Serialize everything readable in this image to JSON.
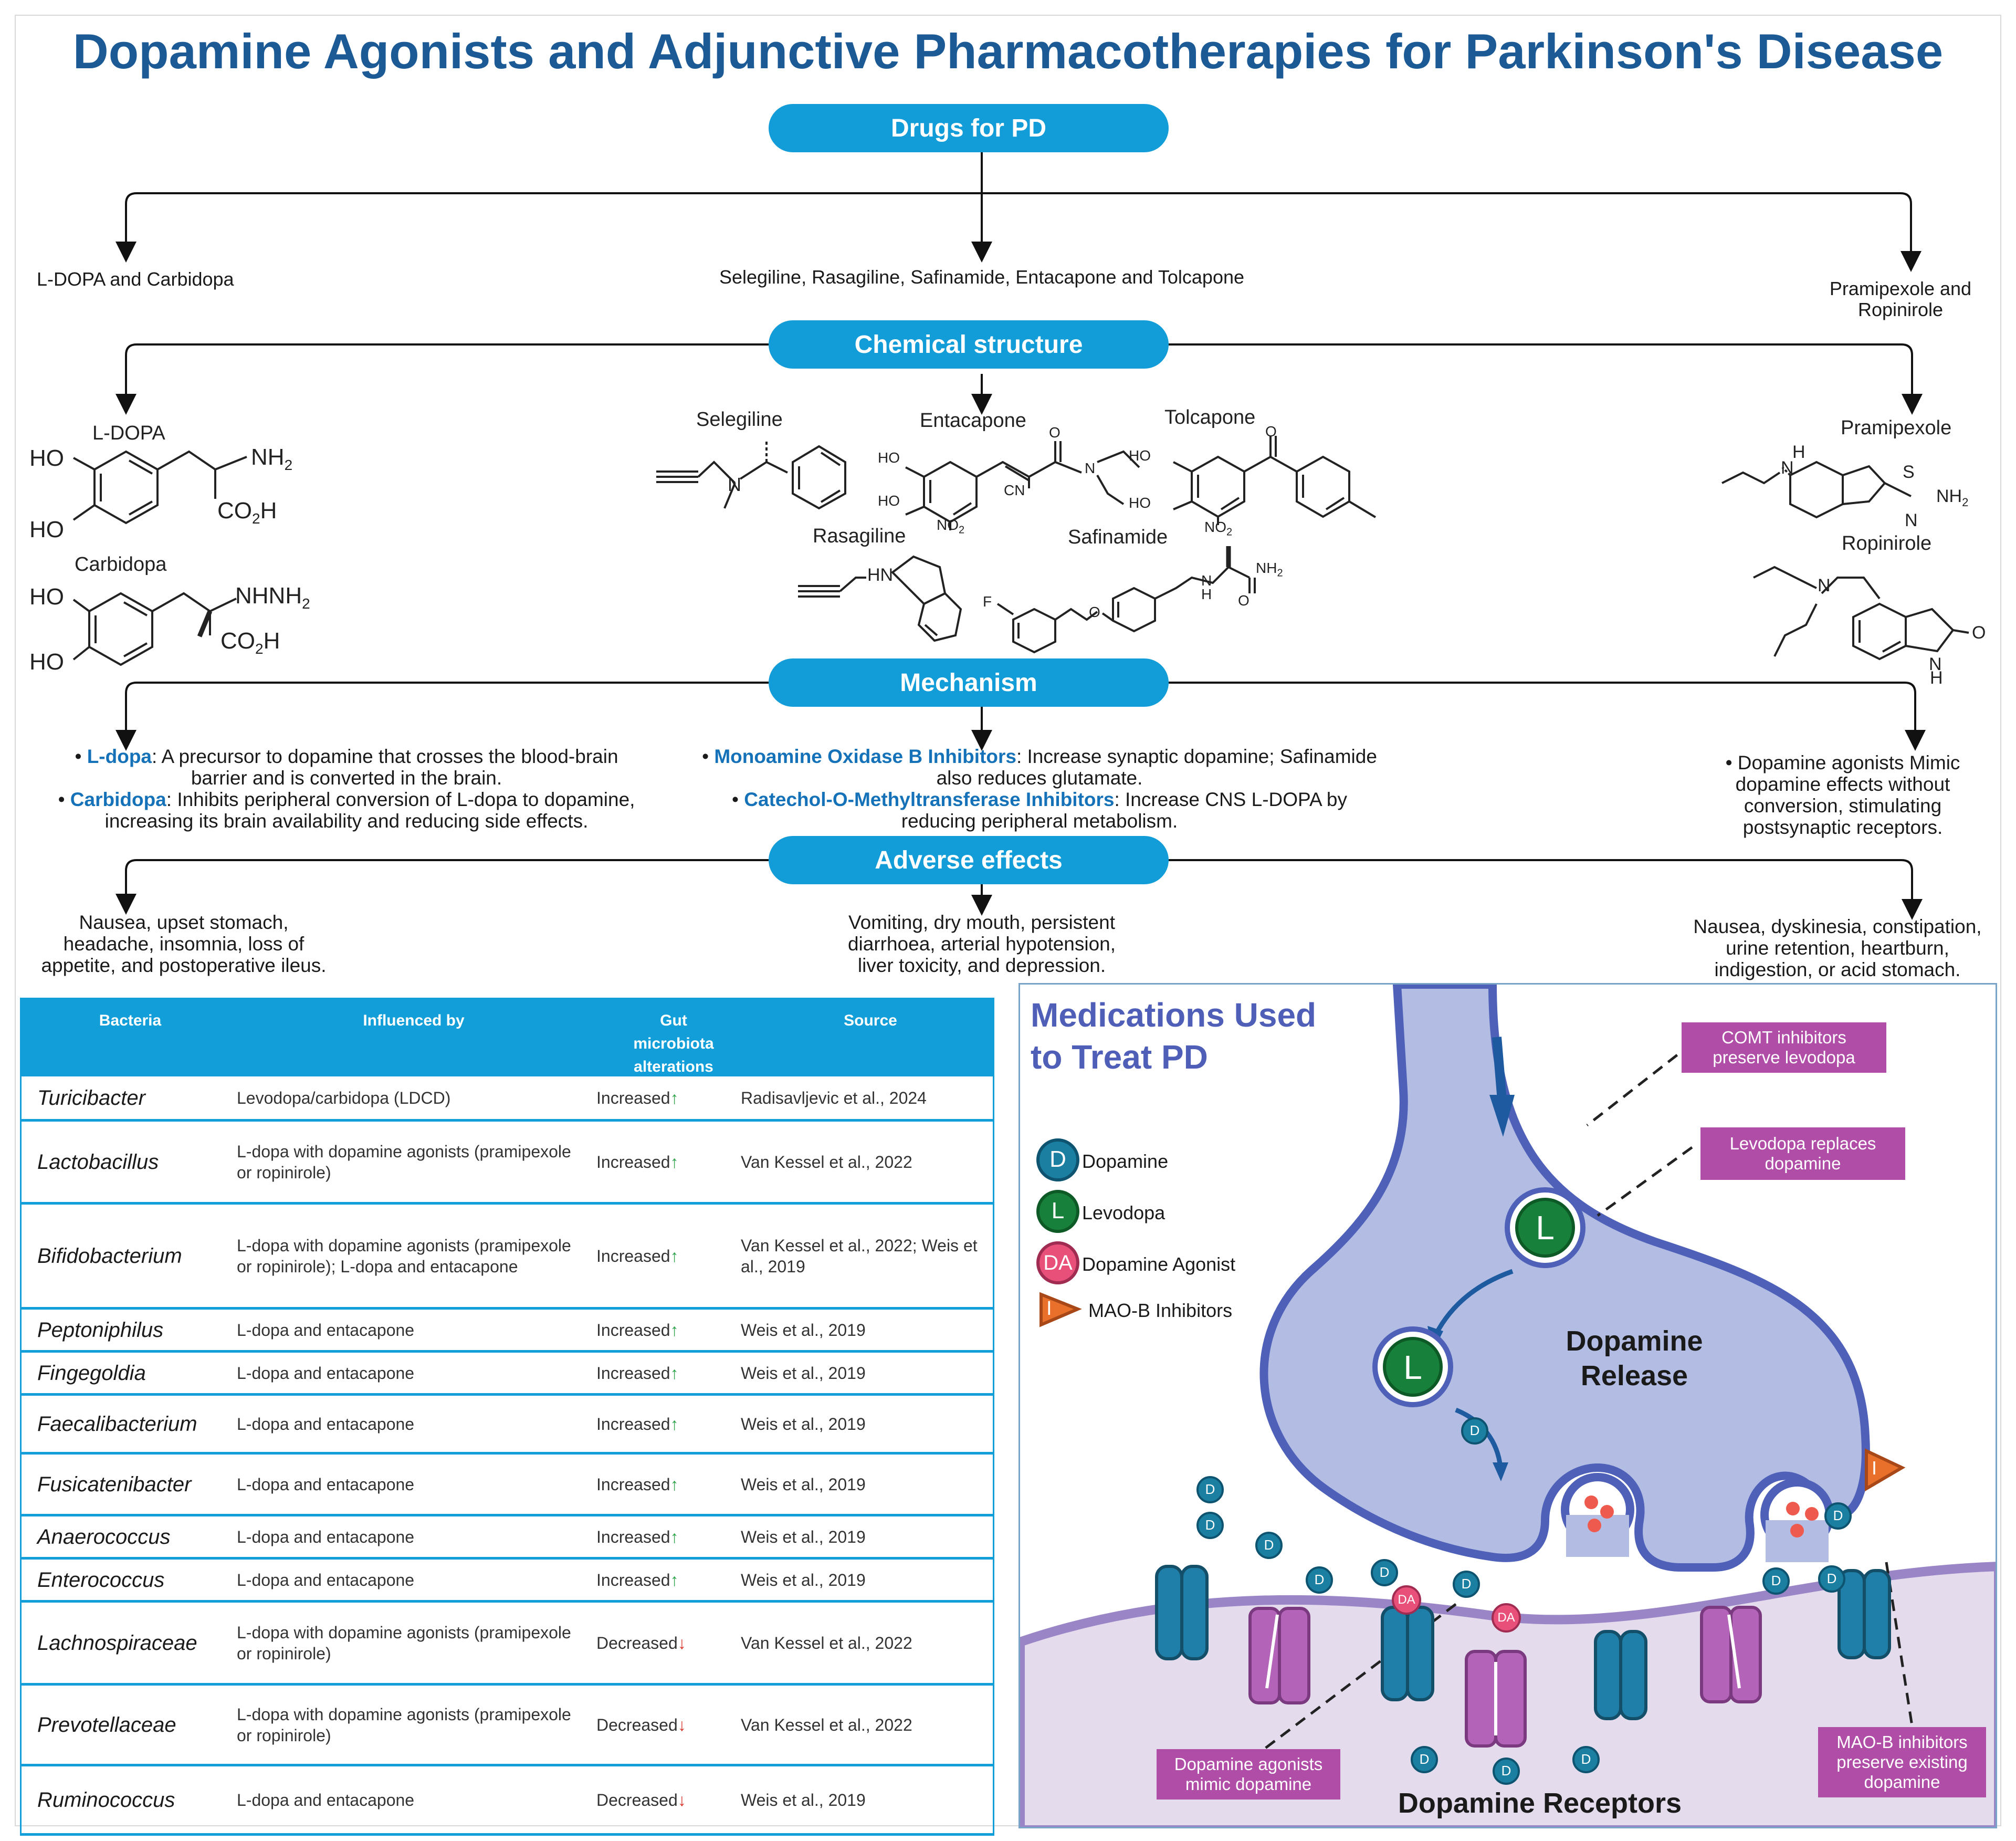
{
  "title": "Dopamine Agonists and Adjunctive Pharmacotherapies for Parkinson's Disease",
  "pills": {
    "drugs": "Drugs for PD",
    "chemical": "Chemical structure",
    "mechanism": "Mechanism",
    "adverse": "Adverse effects"
  },
  "drugs": {
    "left": "L-DOPA and Carbidopa",
    "center": "Selegiline, Rasagiline, Safinamide, Entacapone and Tolcapone",
    "right_line1": "Pramipexole and",
    "right_line2": "Ropinirole"
  },
  "chem": {
    "ldopa": "L-DOPA",
    "carbidopa": "Carbidopa",
    "selegiline": "Selegiline",
    "entacapone": "Entacapone",
    "tolcapone": "Tolcapone",
    "rasagiline": "Rasagiline",
    "safinamide": "Safinamide",
    "pramipexole": "Pramipexole",
    "ropinirole": "Ropinirole",
    "atoms": {
      "ho": "HO",
      "nh2": "NH",
      "sub2": "2",
      "co2h_a": "CO",
      "co2h_b": "H",
      "nhnh2": "NHNH",
      "n": "N",
      "cn": "CN",
      "no2": "NO",
      "o": "O",
      "hn": "HN",
      "f": "F",
      "h": "H",
      "s": "S"
    }
  },
  "mechanism": {
    "left": [
      {
        "term": "L-dopa",
        "text": ": A precursor to dopamine that crosses the blood-brain",
        "cont": "barrier and is converted in the brain."
      },
      {
        "term": "Carbidopa",
        "text": ": Inhibits peripheral conversion of L-dopa to dopamine,",
        "cont": "increasing its brain availability and reducing side effects."
      }
    ],
    "center": [
      {
        "term": "Monoamine Oxidase B Inhibitors",
        "text": ": Increase synaptic dopamine; Safinamide",
        "cont": "also reduces glutamate."
      },
      {
        "term": "Catechol-O-Methyltransferase Inhibitors",
        "text": ": Increase CNS L-DOPA by",
        "cont": "reducing peripheral metabolism."
      }
    ],
    "right": [
      "• Dopamine agonists Mimic",
      "dopamine effects without",
      "conversion, stimulating",
      "postsynaptic receptors."
    ]
  },
  "adverse": {
    "left": [
      "Nausea, upset stomach,",
      "headache, insomnia, loss of",
      "appetite, and postoperative ileus."
    ],
    "center": [
      "Vomiting, dry mouth, persistent",
      "diarrhoea, arterial hypotension,",
      "liver toxicity, and depression."
    ],
    "right": [
      "Nausea, dyskinesia, constipation,",
      "urine retention, heartburn,",
      "indigestion, or acid stomach."
    ]
  },
  "table": {
    "headers": {
      "bacteria": "Bacteria",
      "influenced": "Influenced by",
      "gut1": "Gut",
      "gut2": "microbiota",
      "gut3": "alterations",
      "source": "Source"
    },
    "rows": [
      {
        "bacteria": "Turicibacter",
        "influenced": [
          "Levodopa/carbidopa (LDCD)"
        ],
        "alteration": "Increased",
        "dir": "up",
        "source": [
          "Radisavljevic et al., 2024"
        ]
      },
      {
        "bacteria": "Lactobacillus",
        "influenced": [
          "L-dopa with dopamine agonists (pramipexole",
          "or ropinirole)"
        ],
        "alteration": "Increased",
        "dir": "up",
        "source": [
          "Van Kessel et al., 2022"
        ]
      },
      {
        "bacteria": "Bifidobacterium",
        "influenced": [
          "L-dopa with dopamine agonists (pramipexole",
          "or ropinirole); L-dopa and entacapone"
        ],
        "alteration": "Increased",
        "dir": "up",
        "source": [
          "Van Kessel et al., 2022; Weis et",
          "al., 2019"
        ]
      },
      {
        "bacteria": "Peptoniphilus",
        "influenced": [
          "L-dopa and entacapone"
        ],
        "alteration": "Increased",
        "dir": "up",
        "source": [
          "Weis et al., 2019"
        ]
      },
      {
        "bacteria": "Fingegoldia",
        "influenced": [
          "L-dopa and entacapone"
        ],
        "alteration": "Increased",
        "dir": "up",
        "source": [
          "Weis et al., 2019"
        ]
      },
      {
        "bacteria": "Faecalibacterium",
        "influenced": [
          "L-dopa and entacapone"
        ],
        "alteration": "Increased",
        "dir": "up",
        "source": [
          "Weis et al., 2019"
        ]
      },
      {
        "bacteria": "Fusicatenibacter",
        "influenced": [
          "L-dopa and entacapone"
        ],
        "alteration": "Increased",
        "dir": "up",
        "source": [
          "Weis et al., 2019"
        ]
      },
      {
        "bacteria": "Anaerococcus",
        "influenced": [
          "L-dopa and entacapone"
        ],
        "alteration": "Increased",
        "dir": "up",
        "source": [
          "Weis et al., 2019"
        ]
      },
      {
        "bacteria": "Enterococcus",
        "influenced": [
          "L-dopa and entacapone"
        ],
        "alteration": "Increased",
        "dir": "up",
        "source": [
          "Weis et al., 2019"
        ]
      },
      {
        "bacteria": "Lachnospiraceae",
        "influenced": [
          "L-dopa with dopamine agonists (pramipexole",
          "or ropinirole)"
        ],
        "alteration": "Decreased",
        "dir": "down",
        "source": [
          "Van Kessel et al., 2022"
        ]
      },
      {
        "bacteria": "Prevotellaceae",
        "influenced": [
          "L-dopa with dopamine agonists (pramipexole",
          "or ropinirole)"
        ],
        "alteration": "Decreased",
        "dir": "down",
        "source": [
          "Van Kessel et al., 2022"
        ]
      },
      {
        "bacteria": "Ruminococcus",
        "influenced": [
          "L-dopa and entacapone"
        ],
        "alteration": "Decreased",
        "dir": "down",
        "source": [
          "Weis et al., 2019"
        ]
      }
    ]
  },
  "panel": {
    "title1": "Medications Used",
    "title2": "to Treat PD",
    "legend": [
      {
        "glyph": "D",
        "label": "Dopamine",
        "color": "#1a7fa0"
      },
      {
        "glyph": "L",
        "label": "Levodopa",
        "color": "#17803a"
      },
      {
        "glyph": "DA",
        "label": "Dopamine Agonist",
        "color": "#e8507a"
      },
      {
        "glyph": "I",
        "label": "MAO-B Inhibitors",
        "color": "#e8702a"
      }
    ],
    "comt1": "COMT inhibitors",
    "comt2": "preserve levodopa",
    "levo1": "Levodopa replaces",
    "levo2": "dopamine",
    "release1": "Dopamine",
    "release2": "Release",
    "agon1": "Dopamine agonists",
    "agon2": "mimic dopamine",
    "maob1": "MAO-B inhibitors",
    "maob2": "preserve existing",
    "maob3": "dopamine",
    "receptors": "Dopamine Receptors",
    "glyph_d": "D",
    "glyph_l": "L",
    "glyph_da": "DA",
    "glyph_i": "I"
  },
  "colors": {
    "title": "#1c5a96",
    "pill": "#139dd8",
    "accent_blue": "#1572b8",
    "magenta": "#b04ea7",
    "neuron": "#b3bde3",
    "neuron_border": "#4e60b8",
    "membrane": "#e4dced"
  }
}
